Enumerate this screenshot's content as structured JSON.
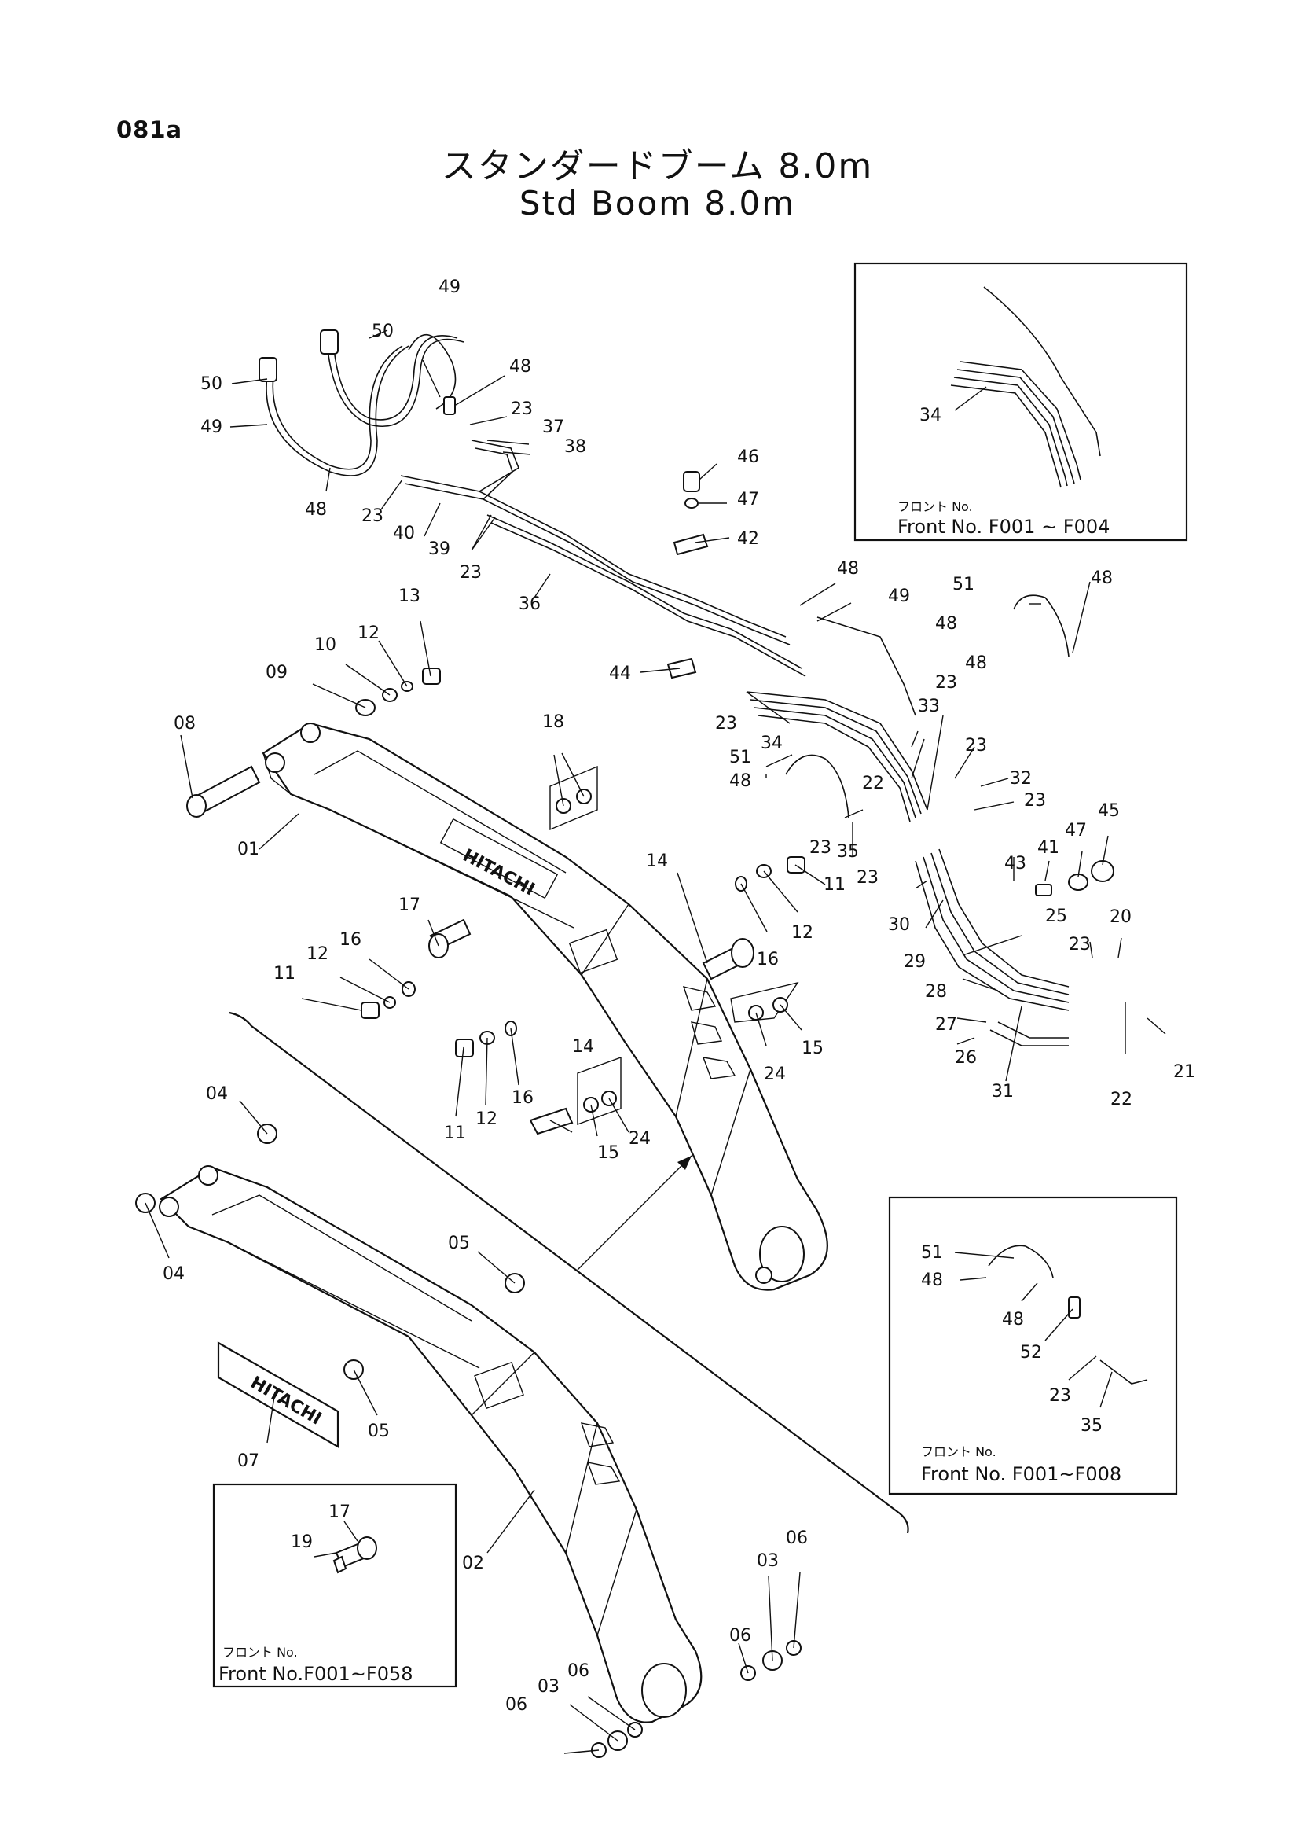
{
  "page_code": "081a",
  "title_jp": "スタンダードブーム 8.0m",
  "title_en": "Std Boom 8.0m",
  "nameplate_text": "HITACHI",
  "callouts": [
    "01",
    "02",
    "03",
    "03",
    "04",
    "04",
    "05",
    "05",
    "06",
    "06",
    "06",
    "06",
    "07",
    "08",
    "09",
    "10",
    "11",
    "11",
    "11",
    "12",
    "12",
    "12",
    "12",
    "13",
    "14",
    "14",
    "15",
    "15",
    "16",
    "16",
    "16",
    "17",
    "18",
    "20",
    "21",
    "22",
    "22",
    "23",
    "23",
    "23",
    "23",
    "23",
    "23",
    "23",
    "23",
    "23",
    "23",
    "24",
    "24",
    "25",
    "26",
    "27",
    "28",
    "29",
    "30",
    "31",
    "32",
    "33",
    "34",
    "35",
    "36",
    "37",
    "38",
    "39",
    "40",
    "41",
    "42",
    "43",
    "44",
    "45",
    "46",
    "47",
    "47",
    "48",
    "48",
    "48",
    "48",
    "48",
    "48",
    "48",
    "49",
    "49",
    "49",
    "50",
    "50",
    "51",
    "51"
  ],
  "insets": [
    {
      "callouts": [
        "34"
      ],
      "caption_jp": "フロント No.",
      "caption_en": "Front  No. F001 ~ F004"
    },
    {
      "callouts": [
        "51",
        "48",
        "48",
        "52",
        "23",
        "35"
      ],
      "caption_jp": "フロント No.",
      "caption_en": "Front  No. F001~F008"
    },
    {
      "callouts": [
        "17",
        "19"
      ],
      "caption_jp": "フロント No.",
      "caption_en": "Front No.F001~F058"
    }
  ]
}
